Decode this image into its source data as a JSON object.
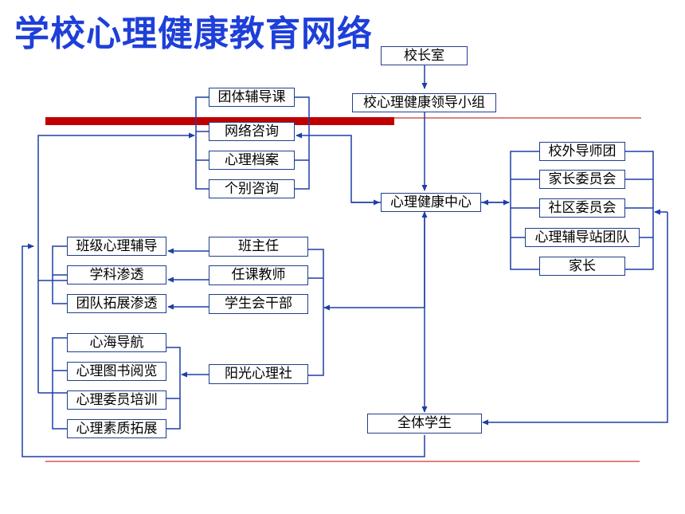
{
  "title": "学校心理健康教育网络",
  "colors": {
    "title": "#1e3fd8",
    "wire": "#1f3fa6",
    "accent_bar": "#c00000",
    "rule": "#c00000",
    "node_border": "#1f3f8c"
  },
  "nodes": {
    "principal_office": "校长室",
    "leadership_group": "校心理健康领导小组",
    "health_center": "心理健康中心",
    "group_counseling": "团体辅导课",
    "online_consult": "网络咨询",
    "psych_records": "心理档案",
    "individual_consult": "个别咨询",
    "external_mentors": "校外导师团",
    "parent_committee": "家长委员会",
    "community_committee": "社区委员会",
    "counseling_station": "心理辅导站团队",
    "parents": "家长",
    "class_teacher": "班主任",
    "subject_teacher": "任课教师",
    "student_union": "学生会干部",
    "sunshine_club": "阳光心理社",
    "class_counseling": "班级心理辅导",
    "subject_infiltration": "学科渗透",
    "team_expansion": "团队拓展渗透",
    "sea_navigation": "心海导航",
    "book_reading": "心理图书阅览",
    "committee_training": "心理委员培训",
    "quality_expansion": "心理素质拓展",
    "all_students": "全体学生"
  }
}
